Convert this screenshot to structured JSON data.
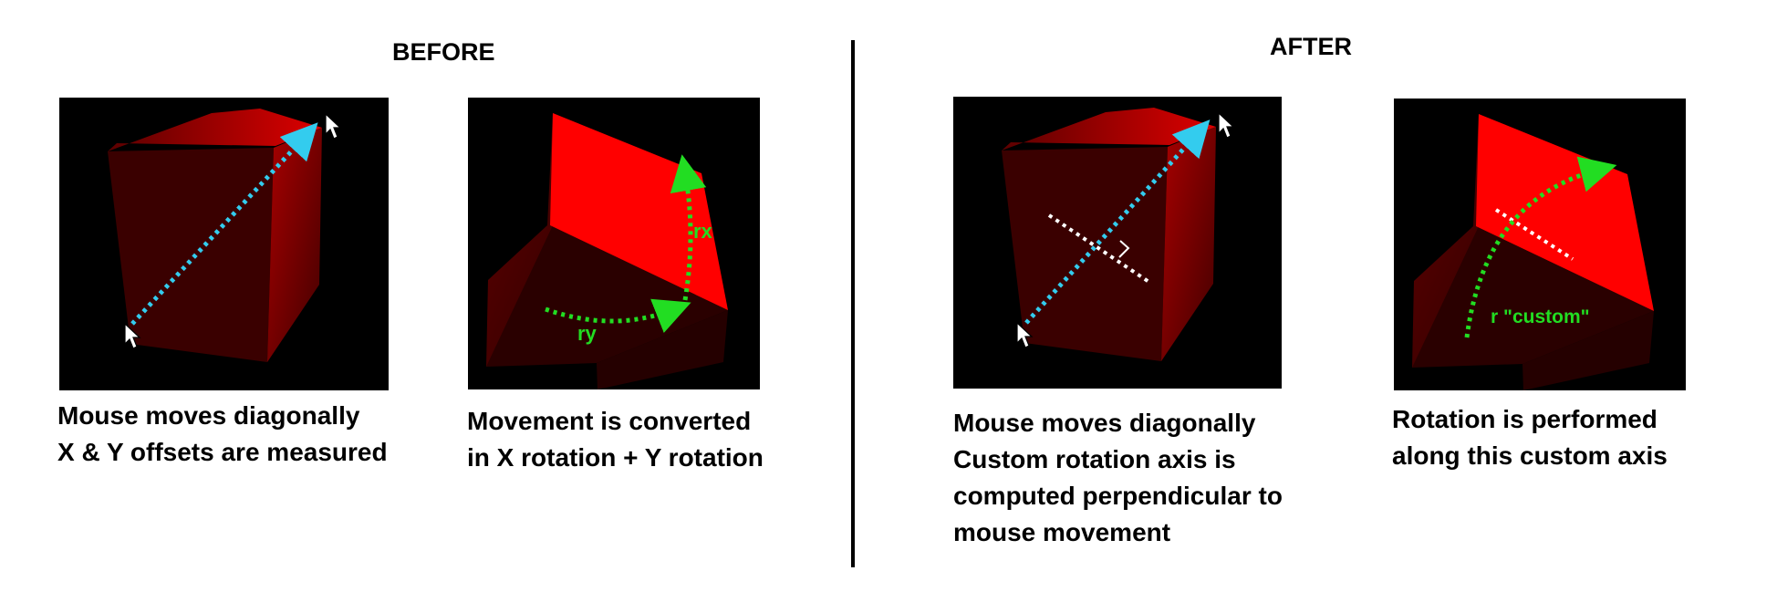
{
  "before": {
    "heading": "BEFORE",
    "panel1_caption": [
      "Mouse moves diagonally",
      "X & Y offsets are measured"
    ],
    "panel2_caption": [
      "Movement is converted",
      "in X rotation + Y rotation"
    ],
    "panel2_labels": {
      "rx": "rx",
      "ry": "ry"
    }
  },
  "after": {
    "heading": "AFTER",
    "panel3_caption": [
      "Mouse moves diagonally",
      "Custom rotation axis is",
      "computed perpendicular to",
      "mouse movement"
    ],
    "panel4_caption": [
      "Rotation is performed",
      "along  this custom axis"
    ],
    "panel4_labels": {
      "custom": "r \"custom\""
    }
  },
  "colors": {
    "cube_red": "#ff0000",
    "mouse_path": "#33ccee",
    "rotation_arrow": "#22dd22",
    "axis_line": "#ffffff",
    "background": "#000000"
  },
  "icons": [
    "mouse-cursor-icon"
  ]
}
